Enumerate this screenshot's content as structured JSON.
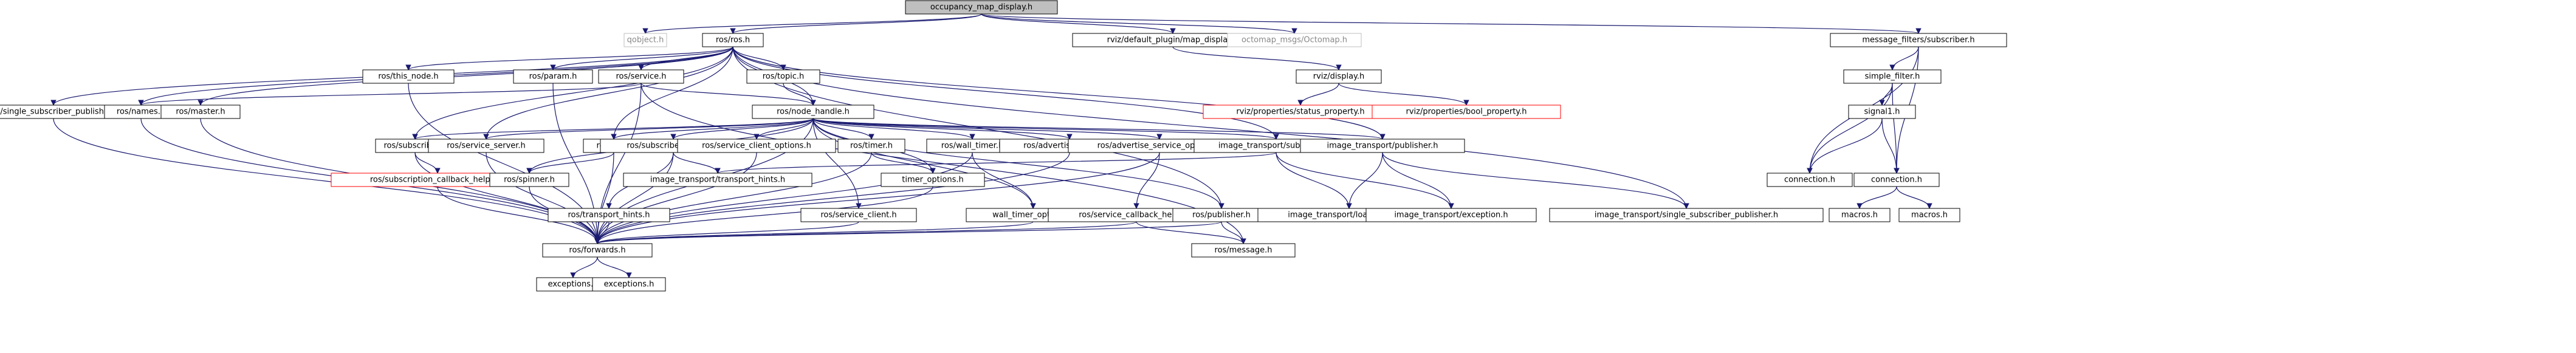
{
  "colors": {
    "edge": "#191970",
    "node_border": "#000000",
    "missing_border": "#bfbfbf",
    "error_border": "#ff0000",
    "root_fill": "#bfbfbf",
    "node_fill": "#ffffff",
    "text": "#000000",
    "missing_text": "#888888"
  },
  "nodes": [
    {
      "id": "root",
      "label": "occupancy_map_display.h",
      "kind": "root"
    },
    {
      "id": "qobject",
      "label": "qobject.h",
      "kind": "missing"
    },
    {
      "id": "ros_ros",
      "label": "ros/ros.h",
      "kind": "normal"
    },
    {
      "id": "map_display",
      "label": "rviz/default_plugin/map_display.h",
      "kind": "normal"
    },
    {
      "id": "octomap",
      "label": "octomap_msgs/Octomap.h",
      "kind": "missing"
    },
    {
      "id": "mf_subscriber",
      "label": "message_filters/subscriber.h",
      "kind": "normal"
    },
    {
      "id": "single_sub_pub",
      "label": "ros/single_subscriber_publisher.h",
      "kind": "normal"
    },
    {
      "id": "names",
      "label": "ros/names.h",
      "kind": "normal"
    },
    {
      "id": "master",
      "label": "ros/master.h",
      "kind": "normal"
    },
    {
      "id": "this_node",
      "label": "ros/this_node.h",
      "kind": "normal"
    },
    {
      "id": "param",
      "label": "ros/param.h",
      "kind": "normal"
    },
    {
      "id": "service",
      "label": "ros/service.h",
      "kind": "normal"
    },
    {
      "id": "topic",
      "label": "ros/topic.h",
      "kind": "normal"
    },
    {
      "id": "rviz_display",
      "label": "rviz/display.h",
      "kind": "normal"
    },
    {
      "id": "simple_filter",
      "label": "simple_filter.h",
      "kind": "normal"
    },
    {
      "id": "node_handle",
      "label": "ros/node_handle.h",
      "kind": "normal"
    },
    {
      "id": "status_property",
      "label": "rviz/properties/status_property.h",
      "kind": "error"
    },
    {
      "id": "bool_property",
      "label": "rviz/properties/bool_property.h",
      "kind": "error"
    },
    {
      "id": "signal1",
      "label": "signal1.h",
      "kind": "normal"
    },
    {
      "id": "subscriber",
      "label": "ros/subscriber.h",
      "kind": "normal"
    },
    {
      "id": "service_server",
      "label": "ros/service_server.h",
      "kind": "normal"
    },
    {
      "id": "init",
      "label": "ros/init.h",
      "kind": "normal"
    },
    {
      "id": "subscribe_options",
      "label": "ros/subscribe_options.h",
      "kind": "normal"
    },
    {
      "id": "service_client_options",
      "label": "ros/service_client_options.h",
      "kind": "normal"
    },
    {
      "id": "timer",
      "label": "ros/timer.h",
      "kind": "normal"
    },
    {
      "id": "wall_timer",
      "label": "ros/wall_timer.h",
      "kind": "normal"
    },
    {
      "id": "advertise_options",
      "label": "ros/advertise_options.h",
      "kind": "normal"
    },
    {
      "id": "advertise_service_options",
      "label": "ros/advertise_service_options.h",
      "kind": "normal"
    },
    {
      "id": "it_subscriber",
      "label": "image_transport/subscriber.h",
      "kind": "normal"
    },
    {
      "id": "it_publisher",
      "label": "image_transport/publisher.h",
      "kind": "normal"
    },
    {
      "id": "connection1",
      "label": "connection.h",
      "kind": "normal"
    },
    {
      "id": "connection2",
      "label": "connection.h",
      "kind": "normal"
    },
    {
      "id": "sub_cb_helper",
      "label": "ros/subscription_callback_helper.h",
      "kind": "error"
    },
    {
      "id": "spinner",
      "label": "ros/spinner.h",
      "kind": "normal"
    },
    {
      "id": "transport_hints",
      "label": "ros/transport_hints.h",
      "kind": "normal"
    },
    {
      "id": "it_transport_hints",
      "label": "image_transport/transport_hints.h",
      "kind": "normal"
    },
    {
      "id": "service_client",
      "label": "ros/service_client.h",
      "kind": "normal"
    },
    {
      "id": "timer_options",
      "label": "timer_options.h",
      "kind": "normal"
    },
    {
      "id": "wall_timer_options",
      "label": "wall_timer_options.h",
      "kind": "normal"
    },
    {
      "id": "service_callback_helper",
      "label": "ros/service_callback_helper.h",
      "kind": "normal"
    },
    {
      "id": "publisher",
      "label": "ros/publisher.h",
      "kind": "normal"
    },
    {
      "id": "loader_fwds",
      "label": "image_transport/loader_fwds.h",
      "kind": "normal"
    },
    {
      "id": "it_exception",
      "label": "image_transport/exception.h",
      "kind": "normal"
    },
    {
      "id": "it_single_sub_pub",
      "label": "image_transport/single_subscriber_publisher.h",
      "kind": "normal"
    },
    {
      "id": "macros1",
      "label": "macros.h",
      "kind": "normal"
    },
    {
      "id": "macros2",
      "label": "macros.h",
      "kind": "normal"
    },
    {
      "id": "forwards",
      "label": "ros/forwards.h",
      "kind": "normal"
    },
    {
      "id": "message",
      "label": "ros/message.h",
      "kind": "normal"
    },
    {
      "id": "exceptions1",
      "label": "exceptions.h",
      "kind": "normal"
    },
    {
      "id": "exceptions2",
      "label": "exceptions.h",
      "kind": "normal"
    }
  ],
  "edges": [
    [
      "root",
      "qobject"
    ],
    [
      "root",
      "ros_ros"
    ],
    [
      "root",
      "map_display"
    ],
    [
      "root",
      "octomap"
    ],
    [
      "root",
      "mf_subscriber"
    ],
    [
      "ros_ros",
      "single_sub_pub"
    ],
    [
      "ros_ros",
      "names"
    ],
    [
      "ros_ros",
      "master"
    ],
    [
      "ros_ros",
      "this_node"
    ],
    [
      "ros_ros",
      "param"
    ],
    [
      "ros_ros",
      "service"
    ],
    [
      "ros_ros",
      "topic"
    ],
    [
      "ros_ros",
      "node_handle"
    ],
    [
      "ros_ros",
      "subscriber"
    ],
    [
      "ros_ros",
      "service_server"
    ],
    [
      "ros_ros",
      "init"
    ],
    [
      "ros_ros",
      "it_subscriber"
    ],
    [
      "ros_ros",
      "it_publisher"
    ],
    [
      "ros_ros",
      "publisher"
    ],
    [
      "ros_ros",
      "it_single_sub_pub"
    ],
    [
      "map_display",
      "rviz_display"
    ],
    [
      "mf_subscriber",
      "simple_filter"
    ],
    [
      "mf_subscriber",
      "connection1"
    ],
    [
      "mf_subscriber",
      "connection2"
    ],
    [
      "rviz_display",
      "status_property"
    ],
    [
      "rviz_display",
      "bool_property"
    ],
    [
      "simple_filter",
      "signal1"
    ],
    [
      "simple_filter",
      "connection1"
    ],
    [
      "simple_filter",
      "connection2"
    ],
    [
      "signal1",
      "connection1"
    ],
    [
      "signal1",
      "connection2"
    ],
    [
      "connection2",
      "macros1"
    ],
    [
      "connection2",
      "macros2"
    ],
    [
      "single_sub_pub",
      "forwards"
    ],
    [
      "names",
      "forwards"
    ],
    [
      "master",
      "forwards"
    ],
    [
      "this_node",
      "forwards"
    ],
    [
      "param",
      "forwards"
    ],
    [
      "service",
      "forwards"
    ],
    [
      "service",
      "names"
    ],
    [
      "service",
      "node_handle"
    ],
    [
      "service",
      "message"
    ],
    [
      "topic",
      "node_handle"
    ],
    [
      "node_handle",
      "forwards"
    ],
    [
      "node_handle",
      "subscriber"
    ],
    [
      "node_handle",
      "service_server"
    ],
    [
      "node_handle",
      "init"
    ],
    [
      "node_handle",
      "subscribe_options"
    ],
    [
      "node_handle",
      "service_client_options"
    ],
    [
      "node_handle",
      "timer"
    ],
    [
      "node_handle",
      "wall_timer"
    ],
    [
      "node_handle",
      "advertise_options"
    ],
    [
      "node_handle",
      "advertise_service_options"
    ],
    [
      "node_handle",
      "it_subscriber"
    ],
    [
      "node_handle",
      "it_publisher"
    ],
    [
      "node_handle",
      "spinner"
    ],
    [
      "node_handle",
      "service_client"
    ],
    [
      "node_handle",
      "timer_options"
    ],
    [
      "node_handle",
      "wall_timer_options"
    ],
    [
      "node_handle",
      "publisher"
    ],
    [
      "subscriber",
      "forwards"
    ],
    [
      "subscriber",
      "sub_cb_helper"
    ],
    [
      "service_server",
      "forwards"
    ],
    [
      "init",
      "forwards"
    ],
    [
      "init",
      "spinner"
    ],
    [
      "subscribe_options",
      "forwards"
    ],
    [
      "subscribe_options",
      "transport_hints"
    ],
    [
      "subscribe_options",
      "it_transport_hints"
    ],
    [
      "service_client_options",
      "forwards"
    ],
    [
      "timer",
      "forwards"
    ],
    [
      "timer",
      "timer_options"
    ],
    [
      "wall_timer",
      "forwards"
    ],
    [
      "wall_timer",
      "wall_timer_options"
    ],
    [
      "advertise_options",
      "forwards"
    ],
    [
      "advertise_service_options",
      "forwards"
    ],
    [
      "advertise_service_options",
      "service_callback_helper"
    ],
    [
      "it_subscriber",
      "it_transport_hints"
    ],
    [
      "it_subscriber",
      "loader_fwds"
    ],
    [
      "it_subscriber",
      "it_exception"
    ],
    [
      "it_publisher",
      "loader_fwds"
    ],
    [
      "it_publisher",
      "it_exception"
    ],
    [
      "it_publisher",
      "it_single_sub_pub"
    ],
    [
      "sub_cb_helper",
      "forwards"
    ],
    [
      "spinner",
      "forwards"
    ],
    [
      "transport_hints",
      "forwards"
    ],
    [
      "service_client",
      "forwards"
    ],
    [
      "timer_options",
      "forwards"
    ],
    [
      "wall_timer_options",
      "forwards"
    ],
    [
      "service_callback_helper",
      "forwards"
    ],
    [
      "service_callback_helper",
      "message"
    ],
    [
      "publisher",
      "forwards"
    ],
    [
      "publisher",
      "message"
    ],
    [
      "forwards",
      "exceptions1"
    ],
    [
      "forwards",
      "exceptions2"
    ]
  ]
}
